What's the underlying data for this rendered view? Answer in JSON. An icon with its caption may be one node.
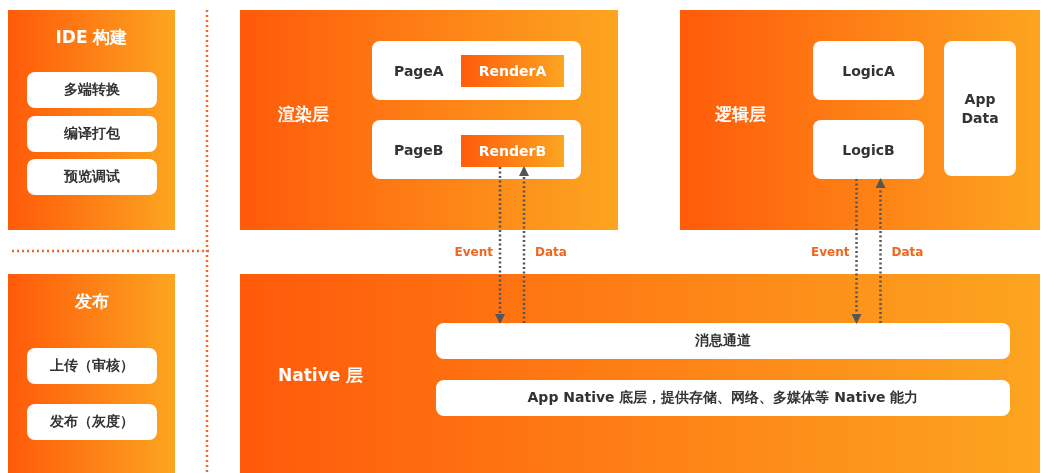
{
  "diagram": {
    "nodes": [
      {
        "text": [
          "IDE 构建"
        ]
      },
      {
        "text": [
          "多端转换"
        ],
        "in": 0
      },
      {
        "text": [
          "编译打包"
        ],
        "in": 0
      },
      {
        "text": [
          "预览调试"
        ],
        "in": 0
      },
      {
        "text": [
          "发布"
        ]
      },
      {
        "text": [
          "上传（审核）"
        ],
        "in": 4
      },
      {
        "text": [
          "发布（灰度）"
        ],
        "in": 4
      },
      {
        "text": [
          "渲染层"
        ]
      },
      {
        "text": [
          "PageA"
        ],
        "in": 7
      },
      {
        "text": [
          "RenderA"
        ],
        "in": 8
      },
      {
        "text": [
          "PageB"
        ],
        "in": 7
      },
      {
        "text": [
          "RenderB"
        ],
        "in": 10
      },
      {
        "text": [
          "逻辑层"
        ]
      },
      {
        "text": [
          "LogicA"
        ],
        "in": 12
      },
      {
        "text": [
          "LogicB"
        ],
        "in": 12
      },
      {
        "text": [
          "App Data"
        ],
        "in": 12
      },
      {
        "text": [
          "Native 层"
        ]
      },
      {
        "text": [
          "消息通道"
        ],
        "in": 16
      },
      {
        "text": [
          "App Native 底层，提供存储、网络、多媒体等 Native 能力"
        ],
        "in": 16
      }
    ],
    "edges": [
      {
        "from": 11,
        "to": 17,
        "arrow": "to",
        "label": "Event",
        "style": "dashed"
      },
      {
        "from": 17,
        "to": 11,
        "arrow": "to",
        "label": "Data",
        "style": "dashed"
      },
      {
        "from": 14,
        "to": 17,
        "arrow": "to",
        "label": "Event",
        "style": "dashed"
      },
      {
        "from": 17,
        "to": 14,
        "arrow": "to",
        "label": "Data",
        "style": "dashed"
      }
    ]
  }
}
